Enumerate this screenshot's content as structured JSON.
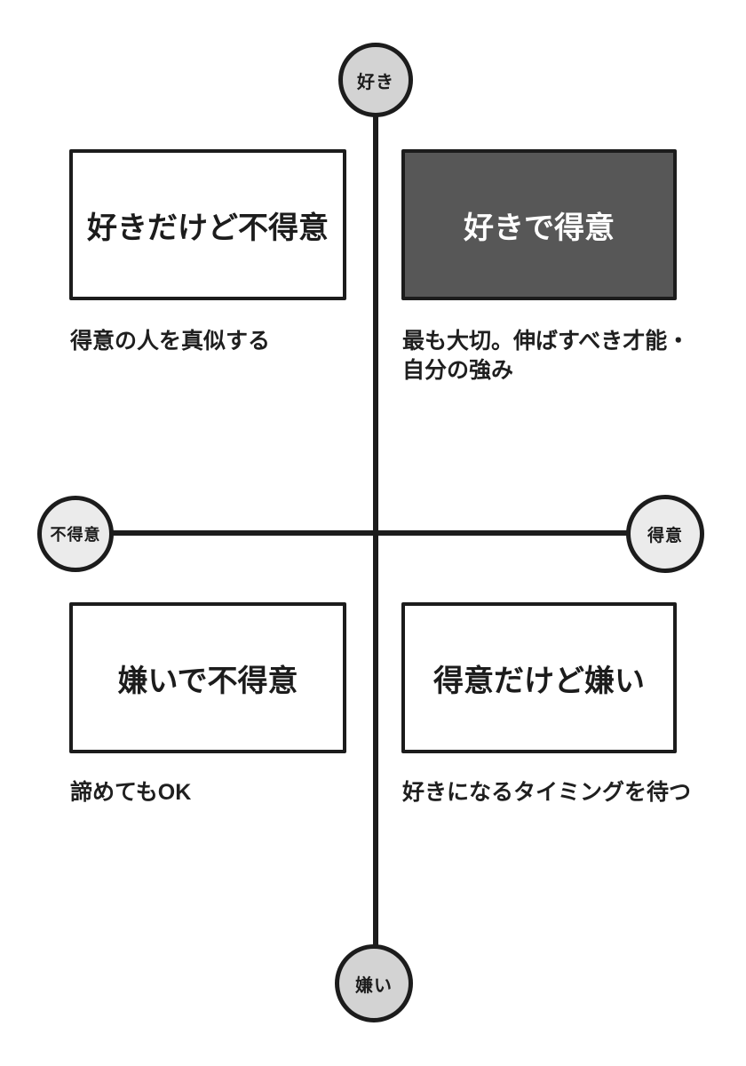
{
  "diagram": {
    "type": "quadrant-matrix",
    "axes": {
      "top_label": "好き",
      "bottom_label": "嫌い",
      "left_label": "不得意",
      "right_label": "得意"
    },
    "quadrants": [
      {
        "id": "top-left",
        "title": "好きだけど不得意",
        "caption": "得意の人を真似する",
        "highlighted": false
      },
      {
        "id": "top-right",
        "title": "好きで得意",
        "caption": "最も大切。伸ばすべき才能・\n自分の強み",
        "highlighted": true
      },
      {
        "id": "bottom-left",
        "title": "嫌いで不得意",
        "caption": "諦めてもOK",
        "highlighted": false
      },
      {
        "id": "bottom-right",
        "title": "得意だけど嫌い",
        "caption": "好きになるタイミングを待つ",
        "highlighted": false
      }
    ],
    "colors": {
      "line": "#1c1c1c",
      "box_border": "#1c1c1c",
      "highlight_box_fill": "#575757",
      "highlight_box_text": "#ffffff",
      "axis_circle_top_bottom_fill": "#d3d3d3",
      "axis_circle_left_right_fill": "#ebebeb",
      "background": "#ffffff"
    }
  }
}
